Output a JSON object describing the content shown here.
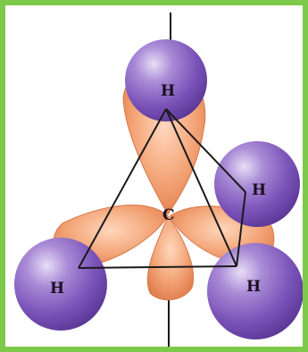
{
  "diagram": {
    "atoms": {
      "center": "C",
      "top": "H",
      "right": "H",
      "bottom_left": "H",
      "bottom_right": "H"
    },
    "colors": {
      "frame_border": "#7dc94a",
      "orbital_lobe": "#f0a070",
      "orbital_edge": "#d9784a",
      "hydrogen_sphere": "#7a52b8",
      "bond_line": "#1a1a1a"
    }
  }
}
